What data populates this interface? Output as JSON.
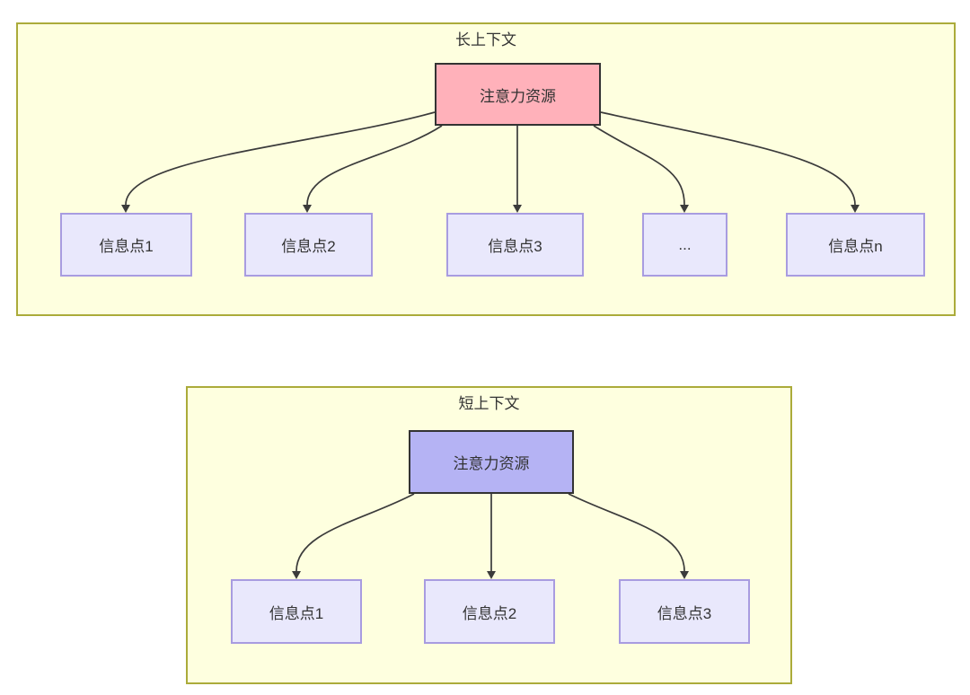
{
  "colors": {
    "panel_fill": "#feffdf",
    "panel_border": "#abab3a",
    "attention_long_fill": "#ffb1ba",
    "attention_short_fill": "#b5b3f4",
    "info_node_fill": "#e9e8fc",
    "info_node_border": "#a89ce0",
    "dark_node_border": "#333333",
    "arrow": "#3b3b3b",
    "text": "#333333"
  },
  "long_context": {
    "title": "长上下文",
    "attention_label": "注意力资源",
    "items": [
      {
        "label": "信息点1"
      },
      {
        "label": "信息点2"
      },
      {
        "label": "信息点3"
      },
      {
        "label": "..."
      },
      {
        "label": "信息点n"
      }
    ]
  },
  "short_context": {
    "title": "短上下文",
    "attention_label": "注意力资源",
    "items": [
      {
        "label": "信息点1"
      },
      {
        "label": "信息点2"
      },
      {
        "label": "信息点3"
      }
    ]
  }
}
